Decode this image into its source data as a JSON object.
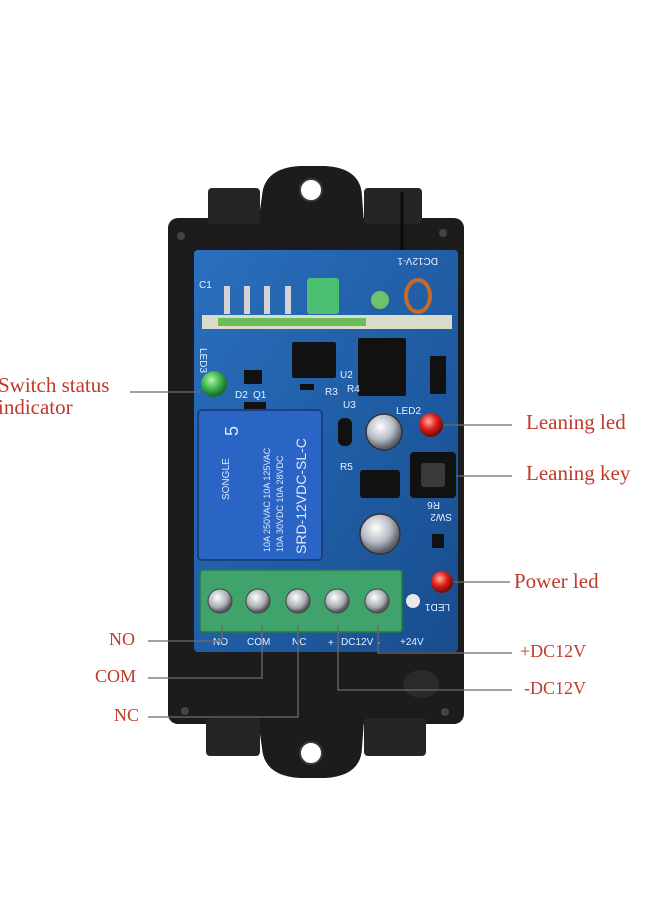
{
  "labels": {
    "switch_status_line1": "Switch status",
    "switch_status_line2": "indicator",
    "leaning_led": "Leaning led",
    "leaning_key": "Leaning key",
    "power_led": "Power led",
    "no": "NO",
    "com": "COM",
    "nc": "NC",
    "plus_dc12v": "+DC12V",
    "minus_dc12v": "-DC12V"
  },
  "board": {
    "board_id": "DC12V-1",
    "relay_brand": "SONGLE",
    "relay_model": "SRD-12VDC-SL-C",
    "relay_rating_1": "10A 250VAC  10A 125VAC",
    "relay_rating_2": "10A 30VDC  10A 28VDC",
    "relay_number": "5",
    "led3": "LED3",
    "led2": "LED2",
    "led1": "LED1",
    "u2": "U2",
    "u3": "U3",
    "sw2": "SW2",
    "d2": "D2",
    "q1": "Q1",
    "r3": "R3",
    "r4": "R4",
    "r5": "R5",
    "r6": "R6",
    "c1": "C1",
    "terminal_no": "NO",
    "terminal_com": "COM",
    "terminal_nc": "NC",
    "terminal_plus": "+",
    "terminal_dc12v": "DC12V",
    "terminal_minus": "-",
    "terminal_24v": "+24V"
  },
  "colors": {
    "callout": "#c0392b",
    "case": "#1c1c1c",
    "pcb": "#1e5ea8",
    "terminal": "#3fa36b",
    "relay": "#2a64c4",
    "led_green": "#38b24a",
    "led_red": "#e0201b"
  }
}
